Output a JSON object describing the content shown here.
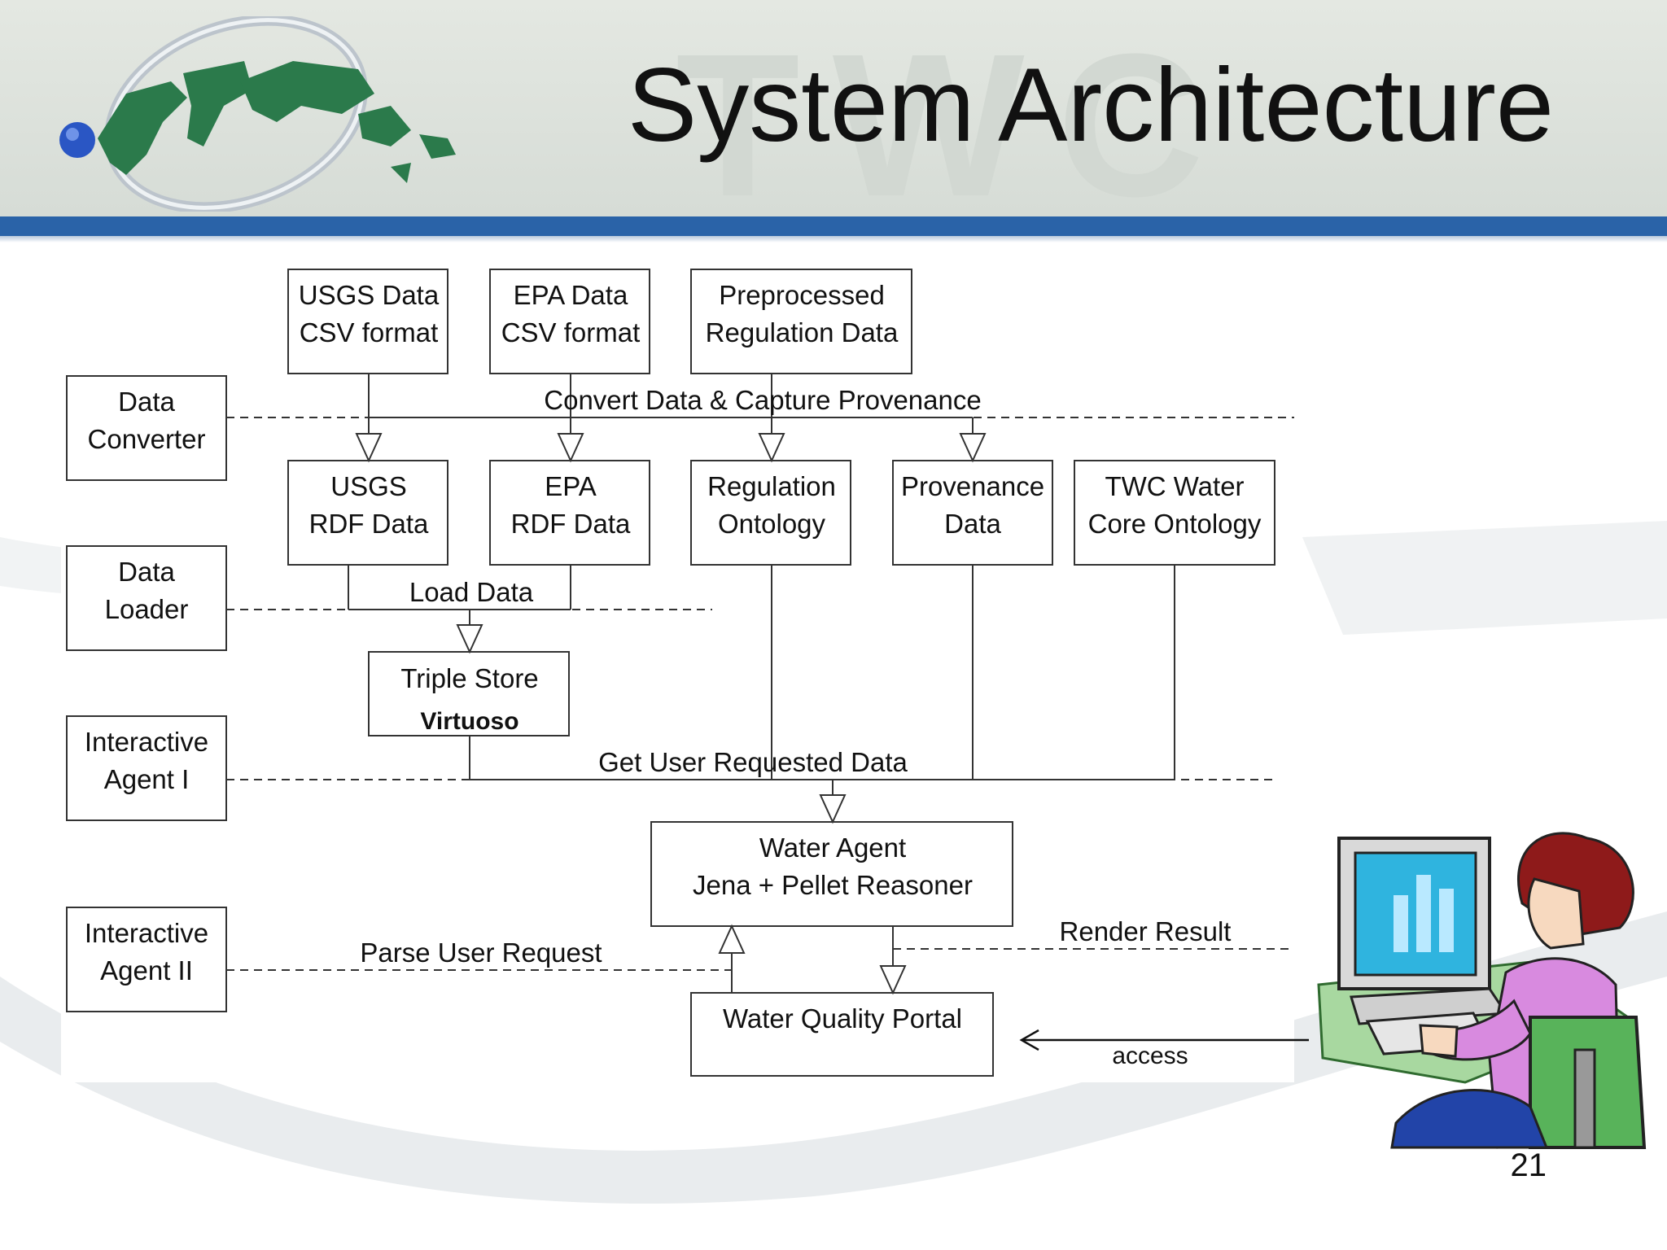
{
  "slide": {
    "title": "System Architecture",
    "watermark": "TWC",
    "page_number": "21"
  },
  "layers": [
    {
      "id": "converter",
      "line1": "Data",
      "line2": "Converter"
    },
    {
      "id": "loader",
      "line1": "Data",
      "line2": "Loader"
    },
    {
      "id": "agent1",
      "line1": "Interactive",
      "line2": "Agent I"
    },
    {
      "id": "agent2",
      "line1": "Interactive",
      "line2": "Agent II"
    }
  ],
  "sources": [
    {
      "id": "usgs-csv",
      "line1": "USGS Data",
      "line2": "CSV format"
    },
    {
      "id": "epa-csv",
      "line1": "EPA Data",
      "line2": "CSV format"
    },
    {
      "id": "regulation-raw",
      "line1": "Preprocessed",
      "line2": "Regulation Data"
    }
  ],
  "rdf": [
    {
      "id": "usgs-rdf",
      "line1": "USGS",
      "line2": "RDF Data"
    },
    {
      "id": "epa-rdf",
      "line1": "EPA",
      "line2": "RDF Data"
    },
    {
      "id": "regulation-ontology",
      "line1": "Regulation",
      "line2": "Ontology"
    },
    {
      "id": "provenance",
      "line1": "Provenance",
      "line2": "Data"
    },
    {
      "id": "twc-core",
      "line1": "TWC Water",
      "line2": "Core Ontology"
    }
  ],
  "triple_store": {
    "line1": "Triple Store",
    "line2": "Virtuoso"
  },
  "water_agent": {
    "line1": "Water Agent",
    "line2": "Jena + Pellet Reasoner"
  },
  "portal": {
    "label": "Water Quality Portal"
  },
  "flows": {
    "convert": "Convert Data & Capture Provenance",
    "load": "Load Data",
    "get": "Get User Requested Data",
    "parse": "Parse User Request",
    "render": "Render Result",
    "access": "access"
  },
  "colors": {
    "header_bar": "#2a63a8",
    "globe_land": "#2b7a4b",
    "globe_dot": "#2a56c4"
  }
}
